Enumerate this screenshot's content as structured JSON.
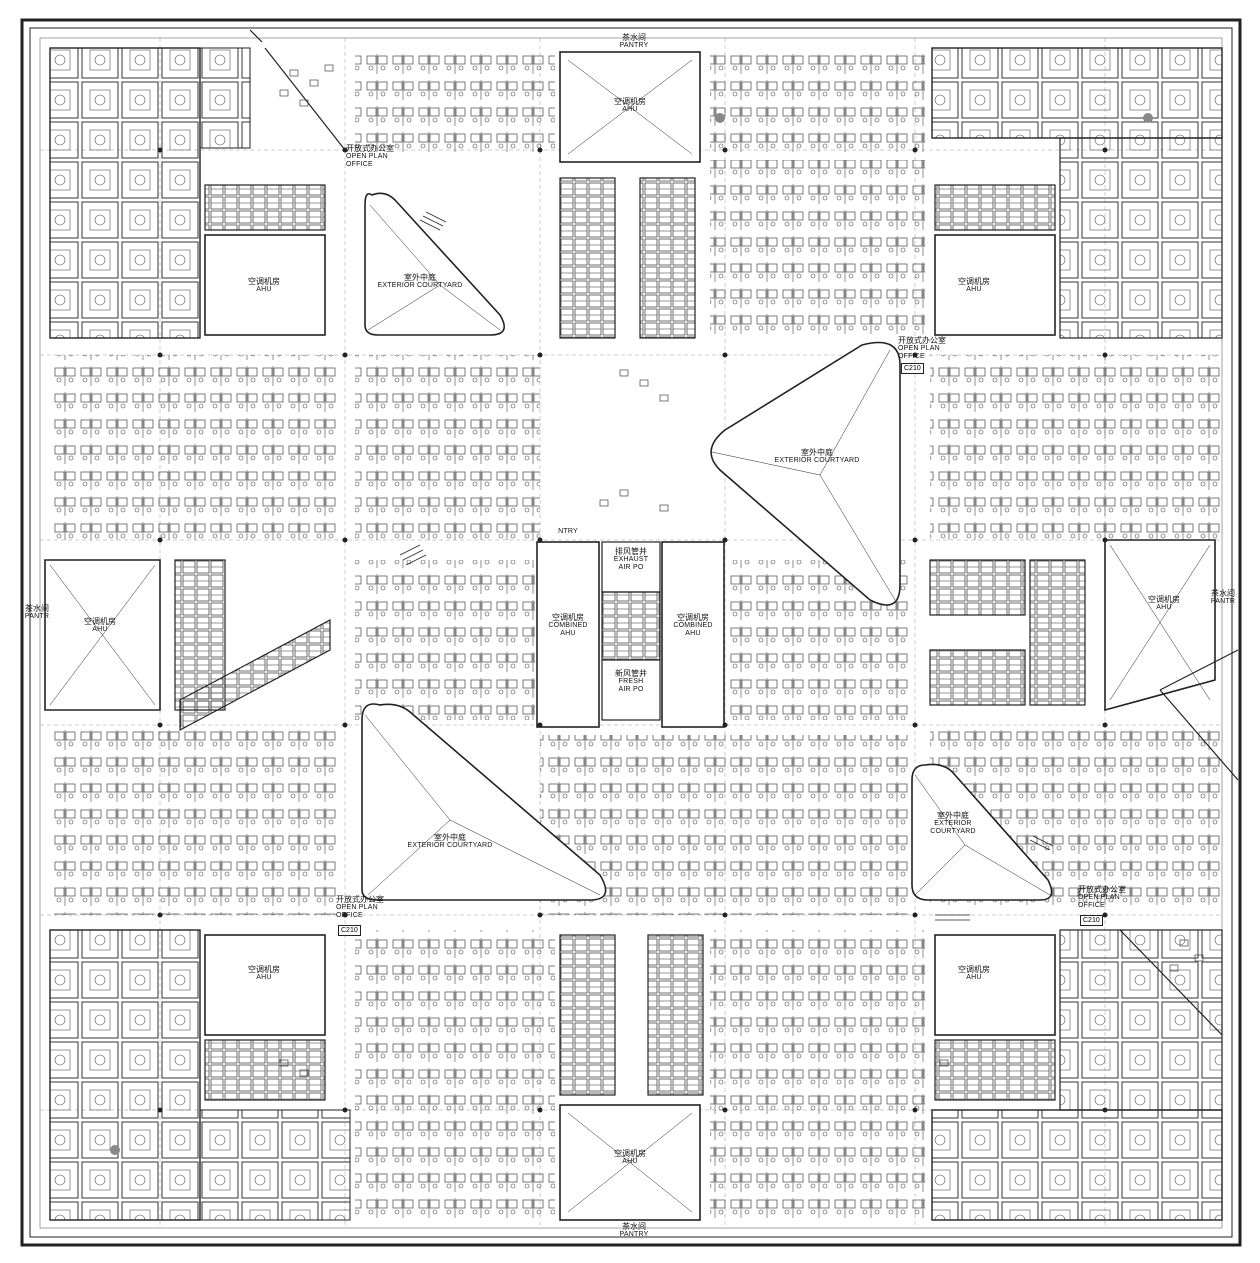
{
  "labels": {
    "ahu_zh": "空调机房",
    "ahu_en": "AHU",
    "courtyard_zh": "室外中庭",
    "courtyard_en": "EXTERIOR COURTYARD",
    "courtyard_en_line1": "EXTERIOR",
    "courtyard_en_line2": "COURTYARD",
    "office_zh": "开放式办公室",
    "office_en_line1": "OPEN PLAN",
    "office_en_line2": "OFFICE",
    "office_code": "C210",
    "pantry_zh": "茶水间",
    "pantry_en": "PANTRY",
    "pantry_short": "PANTR",
    "pantry_center": "NTRY",
    "combined_en": "COMBINED",
    "exhaust_zh": "排风管井",
    "exhaust_en_line1": "EXHAUST",
    "exhaust_en_line2": "AIR PO",
    "fresh_zh": "新风管井",
    "fresh_en_line1": "FRESH",
    "fresh_en_line2": "AIR PO"
  },
  "colors": {
    "line": "#222222",
    "grid": "#9a9a9a",
    "background": "#ffffff"
  }
}
